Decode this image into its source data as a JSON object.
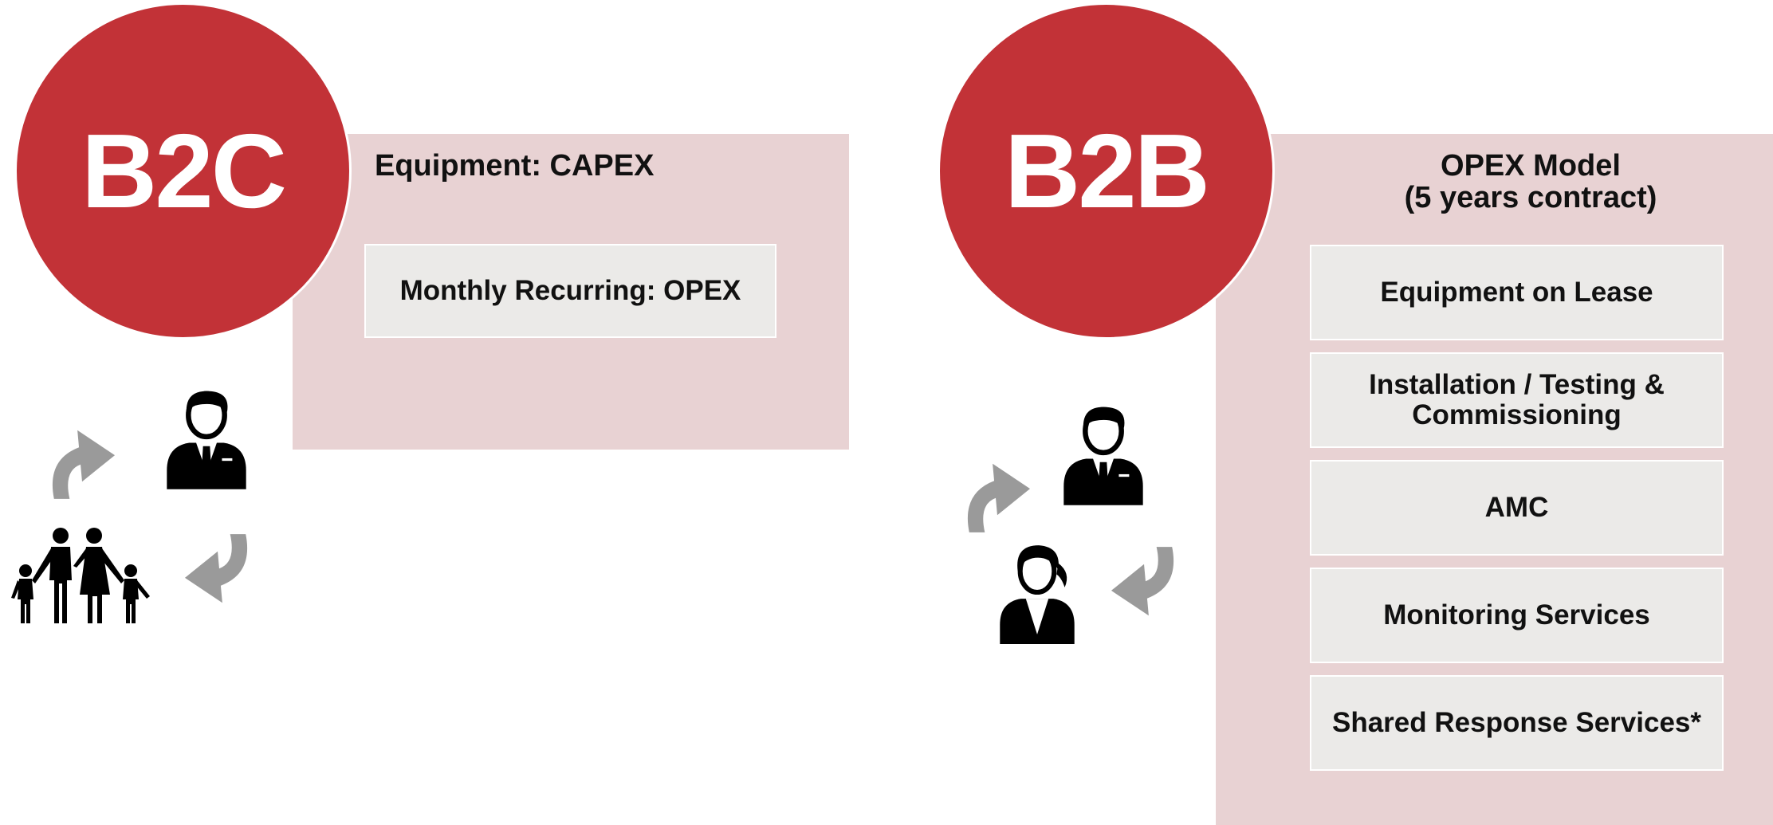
{
  "b2c": {
    "badge": "B2C",
    "equipment_label": "Equipment: CAPEX",
    "monthly_label": "Monthly Recurring: OPEX",
    "icons": [
      "businessman-icon",
      "family-icon",
      "cycle-arrow-icon"
    ]
  },
  "b2b": {
    "badge": "B2B",
    "model_title_line1": "OPEX Model",
    "model_title_line2": "(5 years contract)",
    "items": [
      {
        "label": "Equipment on Lease"
      },
      {
        "label_line1": "Installation / Testing &",
        "label_line2": "Commissioning"
      },
      {
        "label": "AMC"
      },
      {
        "label": "Monitoring Services"
      },
      {
        "label": "Shared Response Services*"
      }
    ],
    "icons": [
      "businessman-icon",
      "businesswoman-icon",
      "cycle-arrow-icon"
    ]
  },
  "colors": {
    "accent_red": "#c23237",
    "panel_pink": "#e8d2d3",
    "box_gray": "#ebeae8",
    "arrow_gray": "#9a9a9a"
  }
}
